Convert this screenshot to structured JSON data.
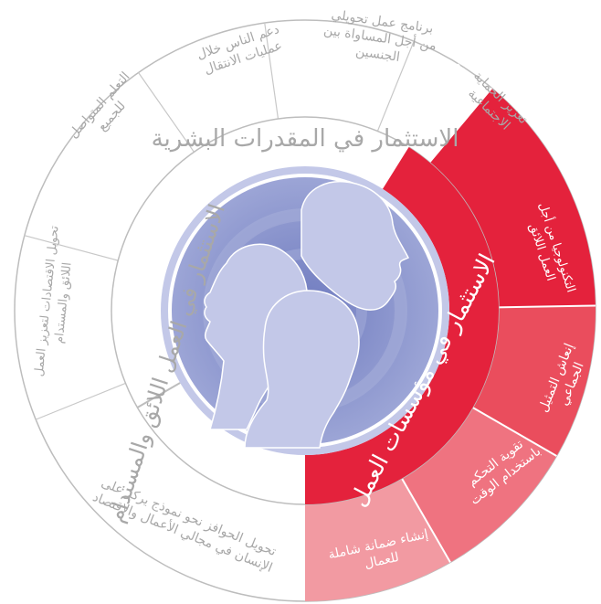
{
  "colors": {
    "grey_line": "#bdbdbd",
    "grey_text": "#a8a8a8",
    "red_dark": "#e4223c",
    "red_mid": "#ea4d5d",
    "red_light": "#ef7380",
    "red_lighter": "#f29aa2",
    "center_bg": "#8c96cc",
    "center_ring": "#b9bfe3",
    "silhouette": "#c3c8e8"
  },
  "inner_ring": {
    "human_capabilities": "الاستثمار في المقدرات البشرية",
    "decent_work": "الاستثمار في العمل اللائق والمستدام",
    "work_institutions": "الاستثمار في مؤسسات العمل"
  },
  "outer_ring": {
    "support_transitions": [
      "دعم الناس خلال",
      "عمليات الانتقال"
    ],
    "gender_equality": [
      "برنامج عمل تحويلي",
      "من أجل المساواة بين",
      "الجنسين"
    ],
    "social_protection": [
      "تعزيز الحماية",
      "الاجتماعية"
    ],
    "lifelong_learning": [
      "التعلم المتواصل",
      "للجميع"
    ],
    "decent_economy": [
      "تحويل الاقتصادات لتعزيز العمل",
      "اللائق والمستدام"
    ],
    "incentives": [
      "تحويل الحوافز نحو نموذج يركز على",
      "الإنسان في مجالي الأعمال والاقتصاد"
    ],
    "technology": [
      "التكنولوجيا من أجل",
      "العمل اللائق"
    ],
    "collective_representation": [
      "إنعاش التمثيل",
      "الجماعي"
    ],
    "time_sovereignty": [
      "تقوية التحكم",
      "باستخدام الوقت"
    ],
    "labour_guarantee": [
      "إنشاء ضمانة شاملة",
      "للعمال"
    ]
  }
}
